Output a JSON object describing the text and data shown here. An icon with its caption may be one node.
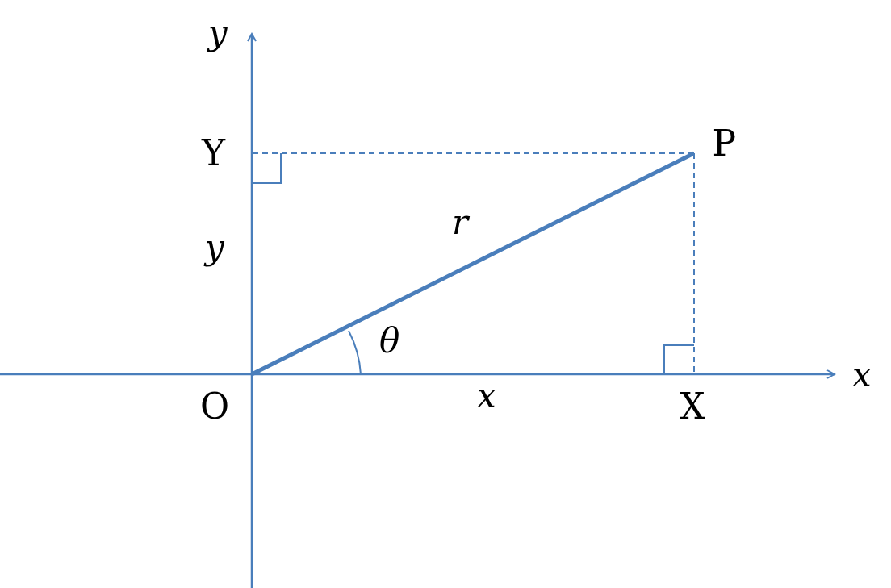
{
  "diagram": {
    "nodes": [
      {
        "text": [
          "O"
        ]
      },
      {
        "text": [
          "X"
        ]
      },
      {
        "text": [
          "Y"
        ]
      },
      {
        "text": [
          "P"
        ]
      }
    ],
    "edges": [
      {
        "from": 0,
        "to": 3,
        "arrow": "none",
        "label": "r",
        "style": "thick"
      },
      {
        "from": 3,
        "to": 2,
        "arrow": "none",
        "style": "dashed"
      },
      {
        "from": 3,
        "to": 1,
        "arrow": "none",
        "style": "dashed"
      }
    ],
    "labels": [
      "y",
      "y",
      "θ",
      "x",
      "x"
    ]
  }
}
